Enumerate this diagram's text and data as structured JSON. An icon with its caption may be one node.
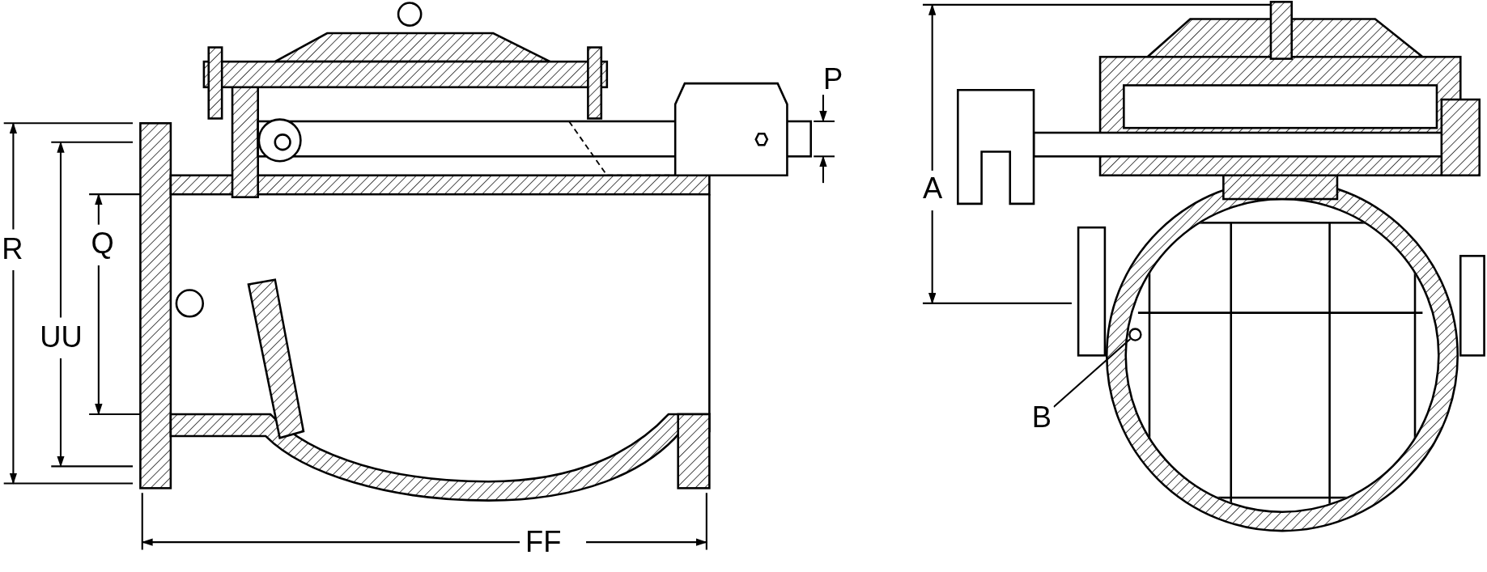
{
  "diagram": {
    "nodes": [
      {
        "text": [
          "B"
        ]
      },
      {
        "text": [],
        "shape": "circle"
      }
    ],
    "edges": [
      {
        "from": 0,
        "to": 1,
        "arrow": "none"
      }
    ],
    "labels": [
      "P",
      "A",
      "R",
      "Q",
      "UU",
      "FF"
    ]
  }
}
